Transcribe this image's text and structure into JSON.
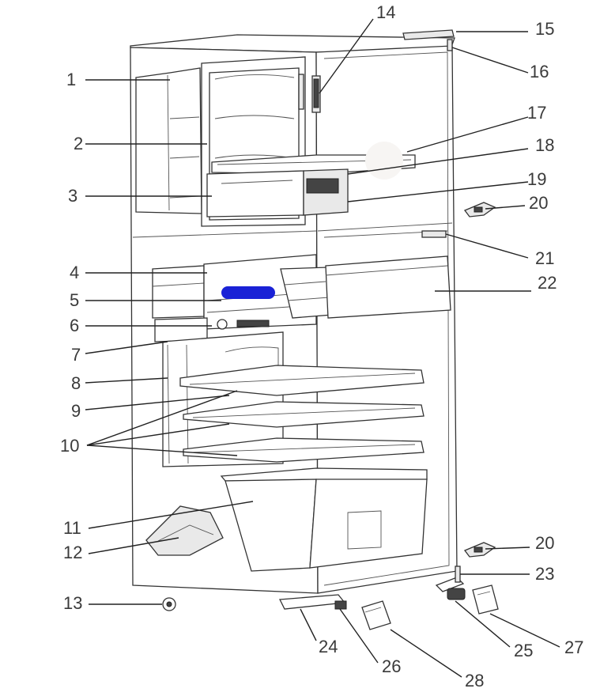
{
  "callouts": [
    {
      "id": "1",
      "text": "1"
    },
    {
      "id": "2",
      "text": "2"
    },
    {
      "id": "3",
      "text": "3"
    },
    {
      "id": "4",
      "text": "4"
    },
    {
      "id": "5",
      "text": "5"
    },
    {
      "id": "6",
      "text": "6"
    },
    {
      "id": "7",
      "text": "7"
    },
    {
      "id": "8",
      "text": "8"
    },
    {
      "id": "9",
      "text": "9"
    },
    {
      "id": "10",
      "text": "10"
    },
    {
      "id": "11",
      "text": "11"
    },
    {
      "id": "12",
      "text": "12"
    },
    {
      "id": "13",
      "text": "13"
    },
    {
      "id": "14",
      "text": "14"
    },
    {
      "id": "15",
      "text": "15"
    },
    {
      "id": "16",
      "text": "16"
    },
    {
      "id": "17",
      "text": "17"
    },
    {
      "id": "18",
      "text": "18"
    },
    {
      "id": "19",
      "text": "19"
    },
    {
      "id": "20a",
      "text": "20"
    },
    {
      "id": "20b",
      "text": "20"
    },
    {
      "id": "21",
      "text": "21"
    },
    {
      "id": "22",
      "text": "22"
    },
    {
      "id": "23",
      "text": "23"
    },
    {
      "id": "24",
      "text": "24"
    },
    {
      "id": "25",
      "text": "25"
    },
    {
      "id": "26",
      "text": "26"
    },
    {
      "id": "27",
      "text": "27"
    },
    {
      "id": "28",
      "text": "28"
    }
  ],
  "colors": {
    "line": "#222222",
    "label": "#3a3a3a",
    "redaction_blue": "#1a22d6",
    "redaction_white": "#f7f5f3"
  }
}
